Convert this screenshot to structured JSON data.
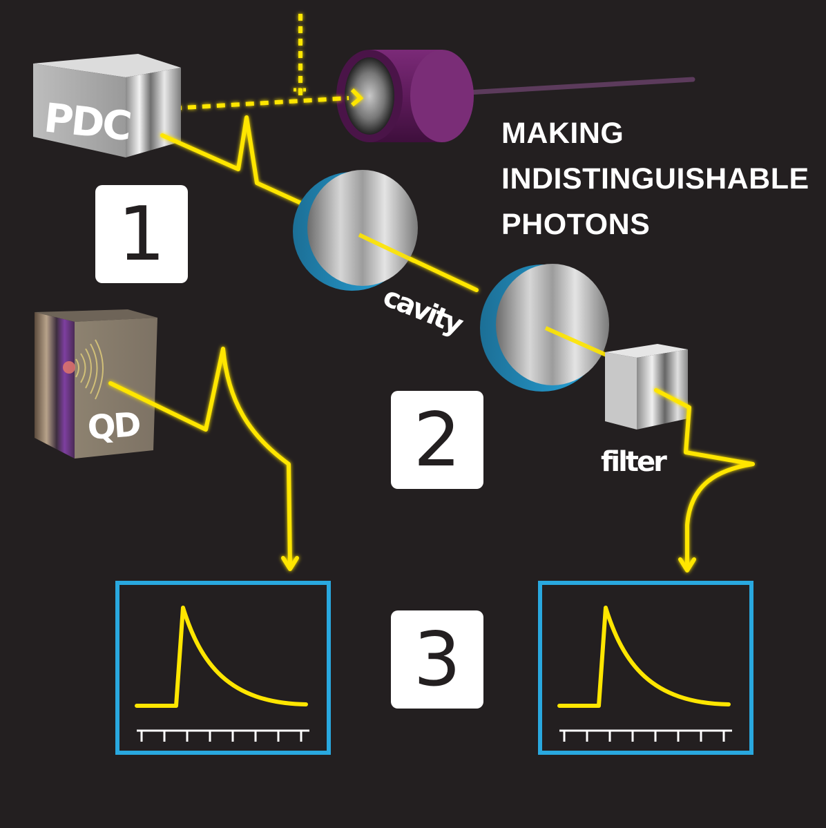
{
  "title": {
    "line1": "MAKING",
    "line2": "INDISTINGUISHABLE",
    "line3": "PHOTONS"
  },
  "steps": [
    "1",
    "2",
    "3"
  ],
  "components": {
    "pdc": "PDC",
    "qd": "QD",
    "cavity": "cavity",
    "filter": "filter"
  },
  "colors": {
    "background": "#231f20",
    "beam": "#ffe600",
    "detector": "#6b2168",
    "cavity_rim": "#29a8df",
    "monitor_frame": "#29a8df"
  }
}
